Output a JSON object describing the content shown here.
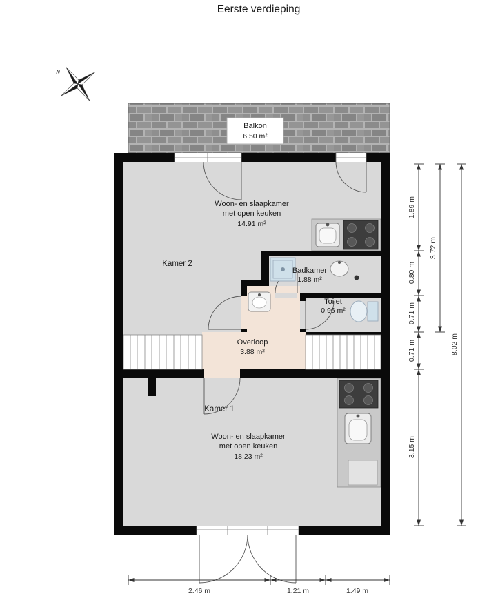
{
  "title": "Eerste verdieping",
  "compass": {
    "label": "N"
  },
  "colors": {
    "accent_blue": "#1e5fd0",
    "floor_gray": "#d9d9d9",
    "overloop_beige": "#f3e4d8",
    "wall_black": "#0a0a0a",
    "balcony_gray": "#9a9a9a",
    "fixture_blue": "#cfe0ea"
  },
  "rooms": {
    "balkon": {
      "name": "Balkon",
      "area": "6.50 m²"
    },
    "kamer2": {
      "label": "Kamer 2",
      "name_line1": "Woon- en slaapkamer",
      "name_line2": "met open keuken",
      "area": "14.91 m²"
    },
    "badkamer": {
      "name": "Badkamer",
      "area": "1.88 m²"
    },
    "toilet": {
      "name": "Toilet",
      "area": "0.96 m²"
    },
    "overloop": {
      "name": "Overloop",
      "area": "3.88 m²"
    },
    "kamer1": {
      "label": "Kamer 1",
      "name_line1": "Woon- en slaapkamer",
      "name_line2": "met open keuken",
      "area": "18.23 m²"
    }
  },
  "dimensions": {
    "right_inner": [
      "1.89 m",
      "0.80 m",
      "0.71 m",
      "0.71 m",
      "3.15 m"
    ],
    "right_mid": "3.72 m",
    "right_outer": "8.02 m",
    "bottom": [
      "2.46 m",
      "1.21 m",
      "1.49 m"
    ]
  }
}
